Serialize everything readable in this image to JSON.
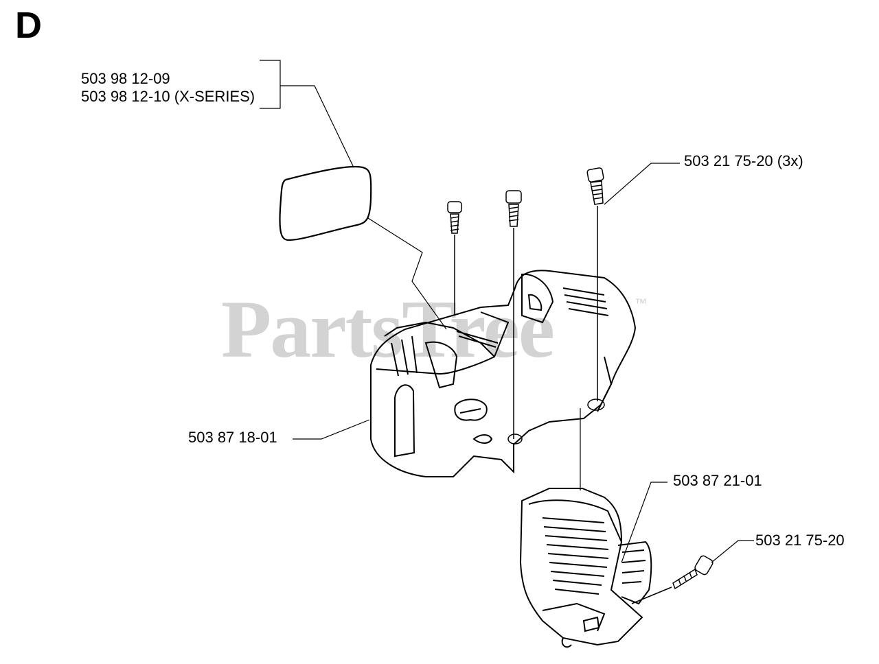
{
  "section_letter": "D",
  "watermark": {
    "text": "PartsTree",
    "trademark": "™"
  },
  "labels": {
    "decal_part_1": "503 98 12-09",
    "decal_part_2": "503 98 12-10 (X-SERIES)",
    "screw_3x": "503 21 75-20 (3x)",
    "cover": "503 87 18-01",
    "cylinder_cover": "503 87 21-01",
    "screw_single": "503 21 75-20"
  }
}
